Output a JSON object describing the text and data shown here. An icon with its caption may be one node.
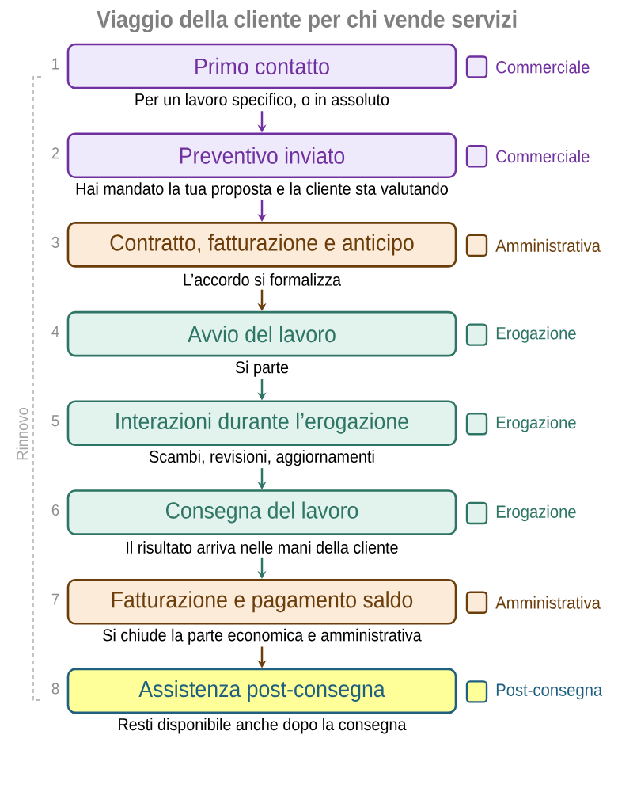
{
  "diagram": {
    "title": "Viaggio della cliente per chi vende servizi",
    "nodes": [
      {
        "text": [
          "Primo contatto"
        ],
        "beside": [
          "1",
          "Per un lavoro specifico, o in assoluto"
        ]
      },
      {
        "text": [
          "Preventivo inviato"
        ],
        "beside": [
          "2",
          "Hai mandato la tua proposta e la cliente sta valutando"
        ]
      },
      {
        "text": [
          "Contratto, fatturazione e anticipo"
        ],
        "beside": [
          "3",
          "L’accordo si formalizza"
        ]
      },
      {
        "text": [
          "Avvio del lavoro"
        ],
        "beside": [
          "4",
          "Si parte"
        ]
      },
      {
        "text": [
          "Interazioni durante l’erogazione"
        ],
        "beside": [
          "5",
          "Scambi, revisioni, aggiornamenti"
        ]
      },
      {
        "text": [
          "Consegna del lavoro"
        ],
        "beside": [
          "6",
          "Il risultato arriva nelle mani della cliente"
        ]
      },
      {
        "text": [
          "Fatturazione e pagamento saldo"
        ],
        "beside": [
          "7",
          "Si chiude la parte economica e amministrativa"
        ]
      },
      {
        "text": [
          "Assistenza post-consegna"
        ],
        "beside": [
          "8",
          "Resti disponibile anche dopo la consegna"
        ]
      }
    ],
    "edges": [
      {
        "from": 0,
        "to": 1,
        "arrow": "to",
        "color": "#7030a0"
      },
      {
        "from": 1,
        "to": 2,
        "arrow": "to",
        "color": "#7030a0"
      },
      {
        "from": 2,
        "to": 3,
        "arrow": "to",
        "color": "#6b3d0a"
      },
      {
        "from": 3,
        "to": 4,
        "arrow": "to"
      },
      {
        "from": 4,
        "to": 5,
        "arrow": "to"
      },
      {
        "from": 5,
        "to": 6,
        "arrow": "to"
      },
      {
        "from": 6,
        "to": 7,
        "arrow": "to",
        "color": "#6b3d0a"
      }
    ],
    "labels": [
      "Rinnovo"
    ],
    "legend": [
      {
        "text": "Commerciale",
        "color": "#eeeafc"
      },
      {
        "text": "Commerciale",
        "color": "#eeeafc"
      },
      {
        "text": "Amministrativa",
        "color": "#fbebd8"
      },
      {
        "text": "Erogazione",
        "color": "#e1f3ec"
      },
      {
        "text": "Erogazione",
        "color": "#e1f3ec"
      },
      {
        "text": "Erogazione",
        "color": "#e1f3ec"
      },
      {
        "text": "Amministrativa",
        "color": "#fbebd8"
      },
      {
        "text": "Post-consegna",
        "color": "#ffff99"
      }
    ]
  }
}
